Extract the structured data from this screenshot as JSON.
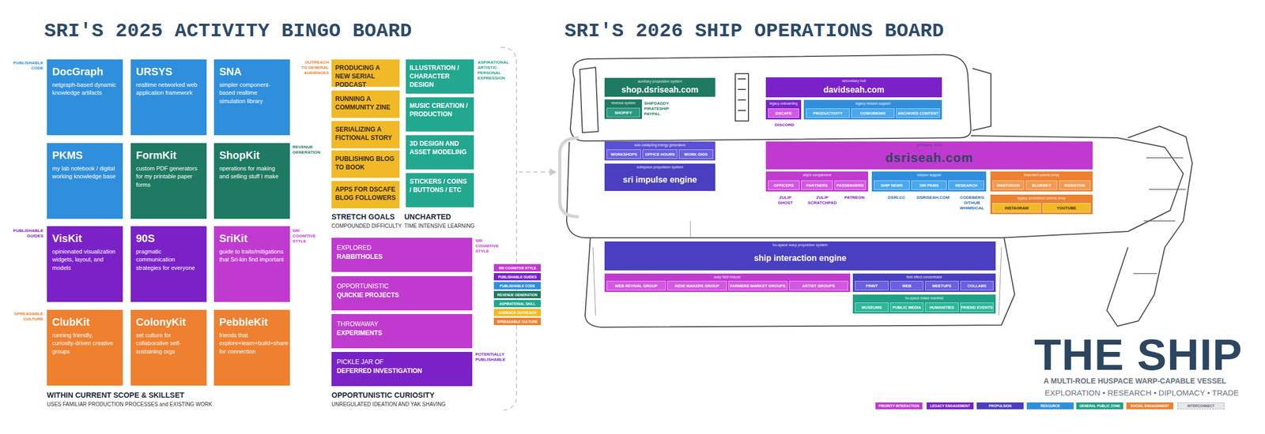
{
  "diagram": {
    "title": "SRI'S 2025 ACTIVITY BINGO BOARD",
    "nodes": [
      {
        "text": [
          "DocGraph",
          "netgraph-based dynamic knowledge artifacts"
        ]
      },
      {
        "text": [
          "URSYS",
          "realtime networked web application framework"
        ]
      },
      {
        "text": [
          "SNA",
          "simpler component-based realtime simulation library"
        ]
      },
      {
        "text": [
          "PKMS",
          "my lab notebook / digital working knowledge base"
        ]
      },
      {
        "text": [
          "FormKit",
          "custom PDF generators for my printable paper forms"
        ]
      },
      {
        "text": [
          "ShopKit",
          "operations for making and selling stuff I make"
        ]
      },
      {
        "text": [
          "VisKit",
          "opinionated visualization widgets, layout, and models"
        ]
      },
      {
        "text": [
          "90S",
          "pragmatic communication strategies for everyone"
        ]
      },
      {
        "text": [
          "SriKit",
          "guide to traits/mitigations that Sri-kin find important"
        ]
      },
      {
        "text": [
          "ClubKit",
          "running friendly, curiosity-driven creative groups"
        ]
      },
      {
        "text": [
          "ColonyKit",
          "set culture for collaborative self-sustaining orgs"
        ]
      },
      {
        "text": [
          "PebbleKit",
          "friends that explore+learn+build+share for connection"
        ]
      },
      {
        "text": [
          "PRODUCING A NEW SERIAL PODCAST"
        ]
      },
      {
        "text": [
          "RUNNING A COMMUNITY ZINE"
        ]
      },
      {
        "text": [
          "SERIALIZING A FICTIONAL STORY"
        ]
      },
      {
        "text": [
          "PUBLISHING BLOG TO BOOK"
        ]
      },
      {
        "text": [
          "APPS FOR DSCAFE BLOG FOLLOWERS"
        ]
      },
      {
        "text": [
          "ILLUSTRATION / CHARACTER DESIGN"
        ]
      },
      {
        "text": [
          "MUSIC CREATION / PRODUCTION"
        ]
      },
      {
        "text": [
          "3D DESIGN AND ASSET MODELING"
        ]
      },
      {
        "text": [
          "STICKERS / COINS / BUTTONS / ETC"
        ]
      },
      {
        "text": [
          "EXPLORED",
          "RABBITHOLES"
        ]
      },
      {
        "text": [
          "OPPORTUNISTIC",
          "QUICKIE PROJECTS"
        ]
      },
      {
        "text": [
          "THROWAWAY",
          "EXPERIMENTS"
        ]
      },
      {
        "text": [
          "PICKLE JAR OF",
          "DEFERRED INVESTIGATION"
        ]
      },
      {
        "text": [
          "auxiliary propulsion system",
          "shop.dsriseah.com"
        ]
      },
      {
        "text": [
          "revenue system"
        ]
      },
      {
        "text": [
          "SHOPIFY"
        ],
        "in": 26
      },
      {
        "text": [
          "secondary hull",
          "davidseah.com"
        ]
      },
      {
        "text": [
          "legacy onboarding"
        ]
      },
      {
        "text": [
          "DSCAFE"
        ],
        "in": 29
      },
      {
        "text": [
          "legacy mission support"
        ]
      },
      {
        "text": [
          "PRODUCTIVITY"
        ],
        "in": 31
      },
      {
        "text": [
          "COWORKING"
        ],
        "in": 31
      },
      {
        "text": [
          "ARCHIVED CONTENT"
        ],
        "in": 31
      },
      {
        "text": [
          "solo catalyzing energy generators"
        ]
      },
      {
        "text": [
          "WORKSHOPS"
        ],
        "in": 35
      },
      {
        "text": [
          "OFFICE HOURS"
        ],
        "in": 35
      },
      {
        "text": [
          "WORK GIGS"
        ],
        "in": 35
      },
      {
        "text": [
          "subspace propulsion system",
          "sri impulse engine"
        ]
      },
      {
        "text": [
          "primary hull",
          "dsriseah.com"
        ]
      },
      {
        "text": [
          "ship's complement"
        ]
      },
      {
        "text": [
          "OFFICERS"
        ],
        "in": 41
      },
      {
        "text": [
          "PARTNERS"
        ],
        "in": 41
      },
      {
        "text": [
          "PASSENGERS"
        ],
        "in": 41
      },
      {
        "text": [
          "mission support"
        ]
      },
      {
        "text": [
          "SHIP NEWS"
        ],
        "in": 45
      },
      {
        "text": [
          "SRI PKMS"
        ],
        "in": 45
      },
      {
        "text": [
          "RESEARCH"
        ],
        "in": 45
      },
      {
        "text": [
          "federated comms array"
        ]
      },
      {
        "text": [
          "MASTODON"
        ],
        "in": 49
      },
      {
        "text": [
          "BLUESKY"
        ],
        "in": 49
      },
      {
        "text": [
          "RSS/ATOM"
        ],
        "in": 49
      },
      {
        "text": [
          "legacy centralized comms array"
        ]
      },
      {
        "text": [
          "INSTAGRAM"
        ],
        "in": 53
      },
      {
        "text": [
          "YOUTUBE"
        ],
        "in": 53
      },
      {
        "text": [
          "hu-space warp propulsion system",
          "ship interaction engine"
        ]
      },
      {
        "text": [
          "warp field inducer"
        ]
      },
      {
        "text": [
          "WEB REVIVAL GROUP"
        ],
        "in": 57
      },
      {
        "text": [
          "INDIE MAKERS GROUP"
        ],
        "in": 57
      },
      {
        "text": [
          "FARMERS MARKET GROUPS"
        ],
        "in": 57
      },
      {
        "text": [
          "ARTIST GROUPS"
        ],
        "in": 57
      },
      {
        "text": [
          "field effect concentrator"
        ]
      },
      {
        "text": [
          "PRINT"
        ],
        "in": 62
      },
      {
        "text": [
          "WEB"
        ],
        "in": 62
      },
      {
        "text": [
          "MEETUPS"
        ],
        "in": 62
      },
      {
        "text": [
          "COLLABS"
        ],
        "in": 62
      },
      {
        "text": [
          "hu-space intake manifold"
        ]
      },
      {
        "text": [
          "MUSEUMS"
        ],
        "in": 67
      },
      {
        "text": [
          "PUBLIC MEDIA"
        ],
        "in": 67
      },
      {
        "text": [
          "HUMANITIES"
        ],
        "in": 67
      },
      {
        "text": [
          "FRIEND EVENTS"
        ],
        "in": 67
      }
    ],
    "labels": [
      "PUBLISHABLE CODE",
      "OUTREACH TO GENERAL AUDIENCES",
      "ASPIRATIONAL ARTISTIC PERSONAL EXPRESSION",
      "REVENUE GENERATION",
      "PUBLISHABLE GUIDES",
      "SRI COGNITIVE STYLE",
      "SPREADABLE CULTURE",
      "STRETCH GOALS",
      "COMPOUNDED DIFFICULTY",
      "UNCHARTED",
      "TIME INTENSIVE LEARNING",
      "SRI COGNITIVE STYLE",
      "POTENTIALLY PUBLISHABLE",
      "WITHIN CURRENT SCOPE & SKILLSET",
      "USES FAMILIAR PRODUCTION PROCESSES and EXISTING WORK",
      "OPPORTUNISTIC CURIOSITY",
      "UNREGULATED IDEATION AND YAK SHAVING",
      "SRI'S 2026 SHIP OPERATIONS BOARD",
      "SHIPDADDY PIRATESHIP PAYPAL",
      "DISCORD",
      "ZULIP GHOST",
      "ZULIP SCRATCHPAD",
      "PATREON",
      "DSRI.CC",
      "DSRISEAH.COM",
      "CODEBERG GITHUB WHIMSICAL",
      "THE SHIP",
      "A MULTI-ROLE HUSPACE WARP-CAPABLE VESSEL",
      "EXPLORATION • RESEARCH • DIPLOMACY • TRADE"
    ],
    "legend": [
      {
        "text": "SRI COGNITIVE STYLE",
        "color": "#c03ad0"
      },
      {
        "text": "PUBLISHABLE GUIDES",
        "color": "#7a22c8"
      },
      {
        "text": "PUBLISHABLE CODE",
        "color": "#2f8fdc"
      },
      {
        "text": "REVENUE GENERATION",
        "color": "#1e7a62"
      },
      {
        "text": "ASPIRATIONAL SKILL",
        "color": "#22a88f"
      },
      {
        "text": "AUDIENCE OUTREACH",
        "color": "#f2b927"
      },
      {
        "text": "SPREADABLE CULTURE",
        "color": "#ee8030"
      },
      {
        "text": "PRIORITY INTERACTION",
        "color": "#c03ad0"
      },
      {
        "text": "LEGACY ENGAGEMENT",
        "color": "#7a22c8"
      },
      {
        "text": "PROPULSION",
        "color": "#4a3fc0"
      },
      {
        "text": "RESOURCE",
        "color": "#2f8fdc"
      },
      {
        "text": "GENERAL PUBLIC ZONE",
        "color": "#1fa088"
      },
      {
        "text": "SOCIAL ENGAGEMENT",
        "color": "#ee8030"
      },
      {
        "text": "INTERCONNECT",
        "color": "#e6e8ec"
      }
    ]
  }
}
